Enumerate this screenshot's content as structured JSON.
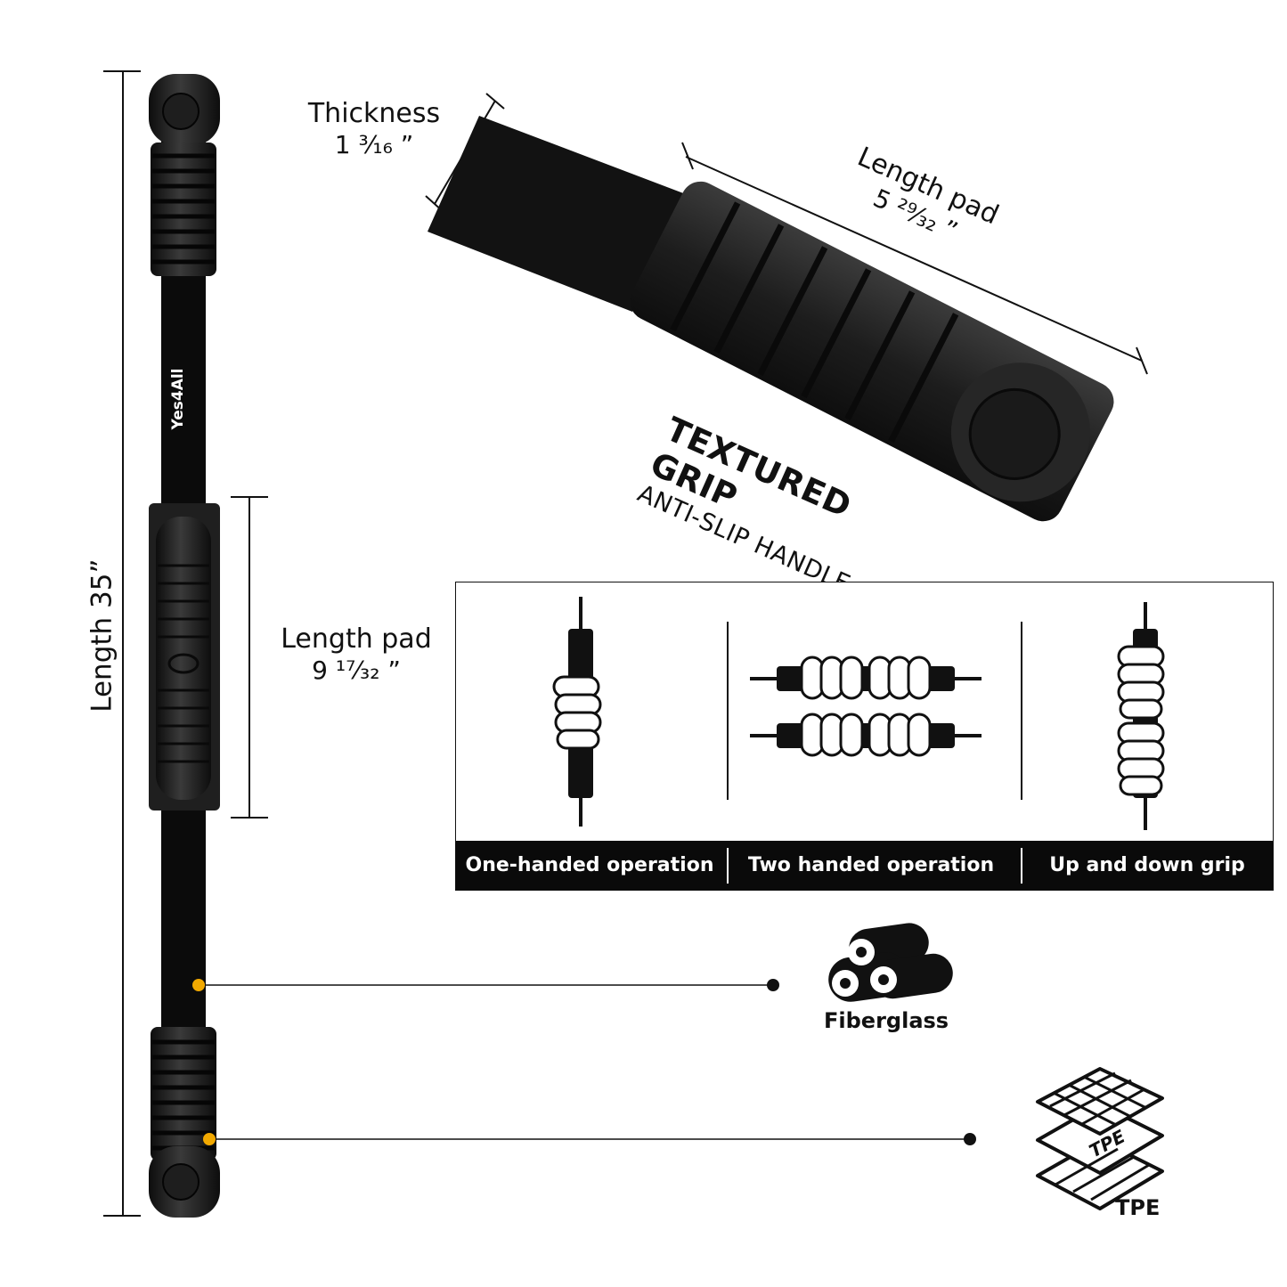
{
  "product": {
    "brand": "Yes4All",
    "overall_length_label": "Length 35”"
  },
  "center_pad": {
    "label": "Length pad",
    "value": "9 ¹⁷⁄₃₂ ”"
  },
  "closeup": {
    "thickness_label": "Thickness",
    "thickness_value": "1 ³⁄₁₆ ”",
    "pad_label": "Length pad",
    "pad_value": "5 ²⁹⁄₃₂ ”",
    "feature_title": "TEXTURED GRIP",
    "feature_subtitle": "ANTI-SLIP HANDLE"
  },
  "operations": [
    {
      "label": "One-handed operation",
      "icon": "one-hand-grip-icon"
    },
    {
      "label": "Two handed operation",
      "icon": "two-hand-grip-icon"
    },
    {
      "label": "Up and down grip",
      "icon": "up-down-grip-icon"
    }
  ],
  "materials": {
    "fiberglass": {
      "label": "Fiberglass",
      "icon": "fiberglass-rods-icon"
    },
    "tpe": {
      "label": "TPE",
      "layer_text": "TPE",
      "icon": "tpe-layers-icon"
    }
  },
  "colors": {
    "accent_dot": "#f2a900",
    "bar_black": "#0b0b0b",
    "rubber": "#2a2a2a"
  }
}
